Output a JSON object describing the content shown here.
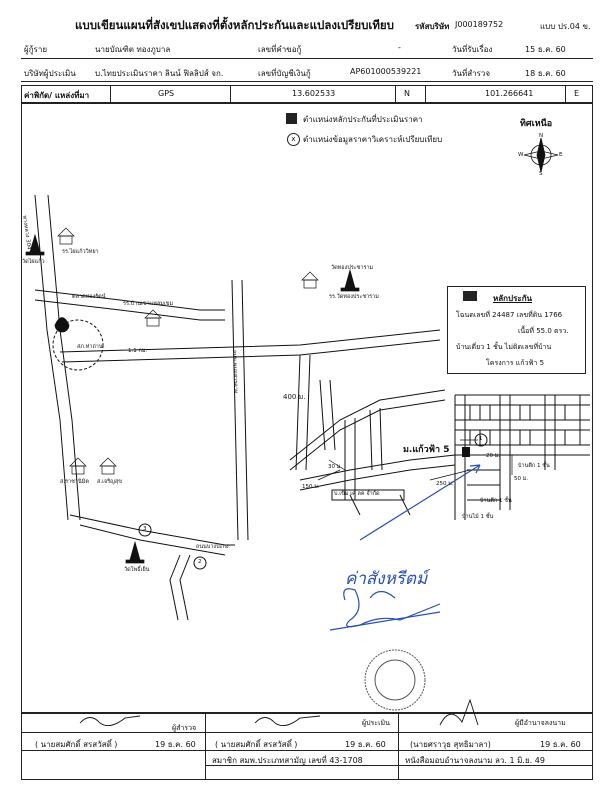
{
  "header": {
    "title": "แบบเขียนแผนที่สังเขปแสดงที่ตั้งหลักประกันและแปลงเปรียบเทียบ",
    "company_code_label": "รหัสบริษัท",
    "company_code": "J000189752",
    "form_label": "แบบ ปร.04 ข.",
    "owner_label": "ผู้กู้ราย",
    "owner_name": "นายบัณฑิต  ทองภูบาล",
    "request_no_label": "เลขที่คำขอกู้",
    "request_no": "-",
    "received_date_label": "วันที่รับเรื่อง",
    "received_date": "15 ธ.ค. 60",
    "appraiser_company_label": "บริษัทผู้ประเมิน",
    "appraiser_company": "บ.ไทยประเมินราคา ลินน์ ฟิลลิปส์ จก.",
    "account_no_label": "เลขที่บัญชีเงินกู้",
    "account_no": "AP601000539221",
    "survey_date_label": "วันที่สำรวจ",
    "survey_date": "18 ธ.ค. 60"
  },
  "coords": {
    "location_label": "ค่าพิกัด/  แหล่งที่มา",
    "source": "GPS",
    "latitude": "13.602533",
    "lat_dir": "N",
    "longitude": "101.266641",
    "lon_dir": "E"
  },
  "legend": {
    "collateral": "ตำแหน่งหลักประกันที่ประเมินราคา",
    "comparison_symbol": "x",
    "comparison": "ตำแหน่งข้อมูลราคาวิเคราะห์เปรียบเทียบ",
    "north_label": "ทิศเหนือ",
    "compass": {
      "n": "N",
      "s": "S",
      "e": "E",
      "w": "W"
    }
  },
  "property_box": {
    "title": "หลักประกัน",
    "deed": "โฉนดเลขที่ 24487 เลขที่ดิน 1766",
    "area": "เนื้อที่ 55.0 ตรว.",
    "house": "บ้านเดี่ยว 1 ชั้น ไม่ติดเลขที่บ้าน",
    "project": "โครงการ แก้วฟ้า 5"
  },
  "map_labels": {
    "road_main": "ทางหลวง 304",
    "school1": "รร.ไผ่แก้ววิทยา",
    "temple1": "วัดไผ่แก้ว",
    "market": "ตลาดทองรัตน์",
    "school2": "รร.บ้านเขาแหลมเขม",
    "police": "สภ.ท่าถ่าน",
    "km": "1.1 กม.",
    "temple2": "วัดทองประชาราม",
    "school3": "รร.วัดทองประชาราม",
    "school4": "ส.ราชานิมิต",
    "school5": "ส.เจริญสุข",
    "temple3": "วัดโพธิ์เย็น",
    "road2": "ถนนบางปะกง",
    "road3": "ถนน พนมสารคาม",
    "dist_400": "400 ม.",
    "dist_30": "30 ม.",
    "dist_150": "150 ม.",
    "dist_250": "250 ม.",
    "dist_50": "50 ม.",
    "dist_20": "20 ม.",
    "village": "ม.แก้วฟ้า 5",
    "neighbor": "บ.เข็ม  เค  ลค  จำกัด",
    "marker1": "1",
    "marker2": "2",
    "marker3": "3",
    "house_label1": "บ้านตึก 1 ชั้น",
    "house_label2": "บ้านตึก 1 ชั้น",
    "house_label3": "บ้านไม้ 1 ชั้น",
    "handwriting": "ค่าสังหรีตม์"
  },
  "footer": {
    "col1_role": "ผู้สำรวจ",
    "col1_name": "( นายสมศักดิ์  สรสวัสดิ์ )",
    "col1_date": "19 ธ.ค. 60",
    "col2_role": "ผู้ประเมิน",
    "col2_name": "( นายสมศักดิ์  สรสวัสดิ์ )",
    "col2_date": "19 ธ.ค. 60",
    "col2_member": "สมาชิก สมพ.ประเภทสามัญ เลขที่  43-1708",
    "col3_role": "ผู้มีอำนาจลงนาม",
    "col3_name": "(นายศราวุธ  สุทธิมาลา)",
    "col3_date": "19 ธ.ค. 60",
    "col3_letter": "หนังสือมอบอำนาจลงนาม  ลว.  1 มิ.ย. 49"
  },
  "colors": {
    "ink": "#111111",
    "pen": "#2a4fb0",
    "stamp": "#555555"
  }
}
